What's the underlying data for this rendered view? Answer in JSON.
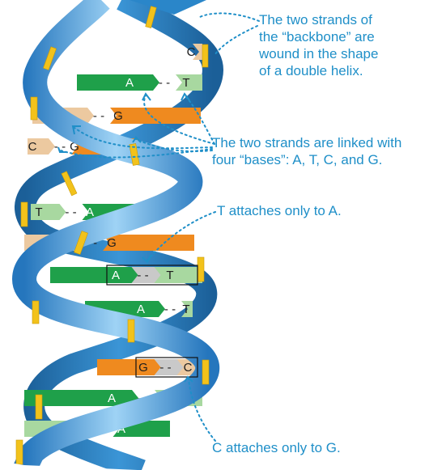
{
  "annotations": {
    "backbone": "The two strands of\nthe “backbone” are\nwound in the shape\nof a double helix.",
    "bases": "The two strands are linked with\nfour “bases”: A, T, C, and G.",
    "t_to_a": "T attaches only to A.",
    "c_to_g": "C attaches only to G."
  },
  "base_pairs": [
    {
      "left": "",
      "right": "C"
    },
    {
      "left": "A",
      "right": "T"
    },
    {
      "left": "C",
      "right": "G"
    },
    {
      "left": "C",
      "right": "G"
    },
    {
      "left": "T",
      "right": "A"
    },
    {
      "left": "C",
      "right": "G"
    },
    {
      "left": "A",
      "right": "T"
    },
    {
      "left": "A",
      "right": "T"
    },
    {
      "left": "G",
      "right": "C"
    },
    {
      "left": "A",
      "right": "T"
    },
    {
      "left": "T",
      "right": "A"
    }
  ],
  "colors": {
    "annotation": "#1f8fc8",
    "backbone_blue": "#2a86c9",
    "backbone_light": "#8cc7ee",
    "backbone_stripe": "#f2c21b",
    "base_A": "#1fa04a",
    "base_T": "#a8d8a0",
    "base_C": "#ecc9a0",
    "base_G": "#ef8a1f",
    "highlight_box": "#c9c9c9"
  }
}
